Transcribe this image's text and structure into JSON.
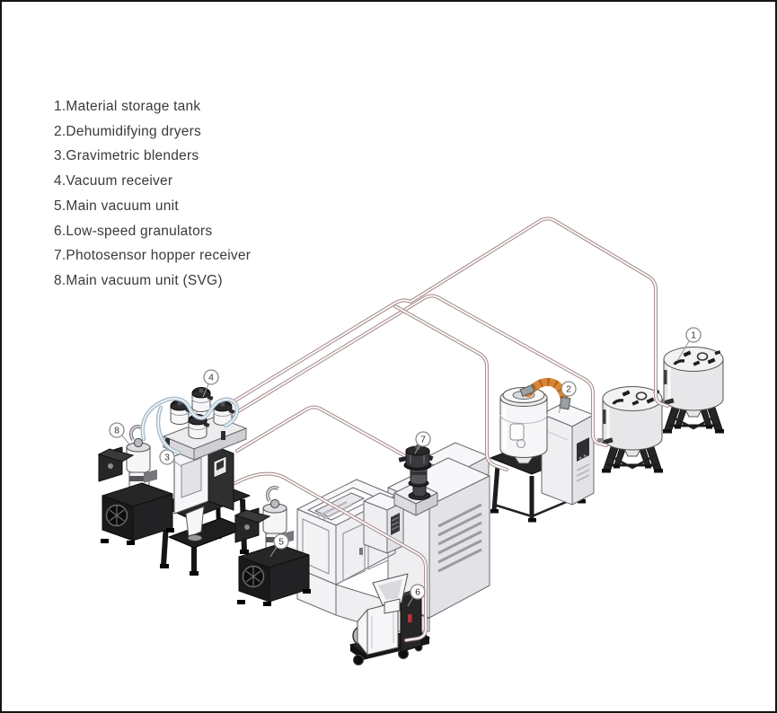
{
  "legend": {
    "items": [
      {
        "text": "1.Material storage tank"
      },
      {
        "text": "2.Dehumidifying dryers"
      },
      {
        "text": "3.Gravimetric blenders"
      },
      {
        "text": "4.Vacuum receiver"
      },
      {
        "text": "5.Main vacuum unit"
      },
      {
        "text": "6.Low-speed granulators"
      },
      {
        "text": "7.Photosensor hopper receiver"
      },
      {
        "text": "8.Main vacuum unit (SVG)"
      }
    ]
  },
  "machines": [
    {
      "number": "1",
      "name": "Material storage tank"
    },
    {
      "number": "2",
      "name": "Dehumidifying dryers"
    },
    {
      "number": "3",
      "name": "Gravimetric blenders"
    },
    {
      "number": "4",
      "name": "Vacuum receiver"
    },
    {
      "number": "5",
      "name": "Main vacuum unit"
    },
    {
      "number": "6",
      "name": "Low-speed granulators"
    },
    {
      "number": "7",
      "name": "Photosensor hopper receiver"
    },
    {
      "number": "8",
      "name": "Main vacuum unit (SVG)"
    }
  ],
  "colors": {
    "background": "#ffffff",
    "border": "#151515",
    "text": "#3a3a3a",
    "material_pipe": "#ab9090",
    "vacuum_tube": "#a9bdca",
    "dryer_hose": "#d98636",
    "stand_dark": "#262626"
  }
}
